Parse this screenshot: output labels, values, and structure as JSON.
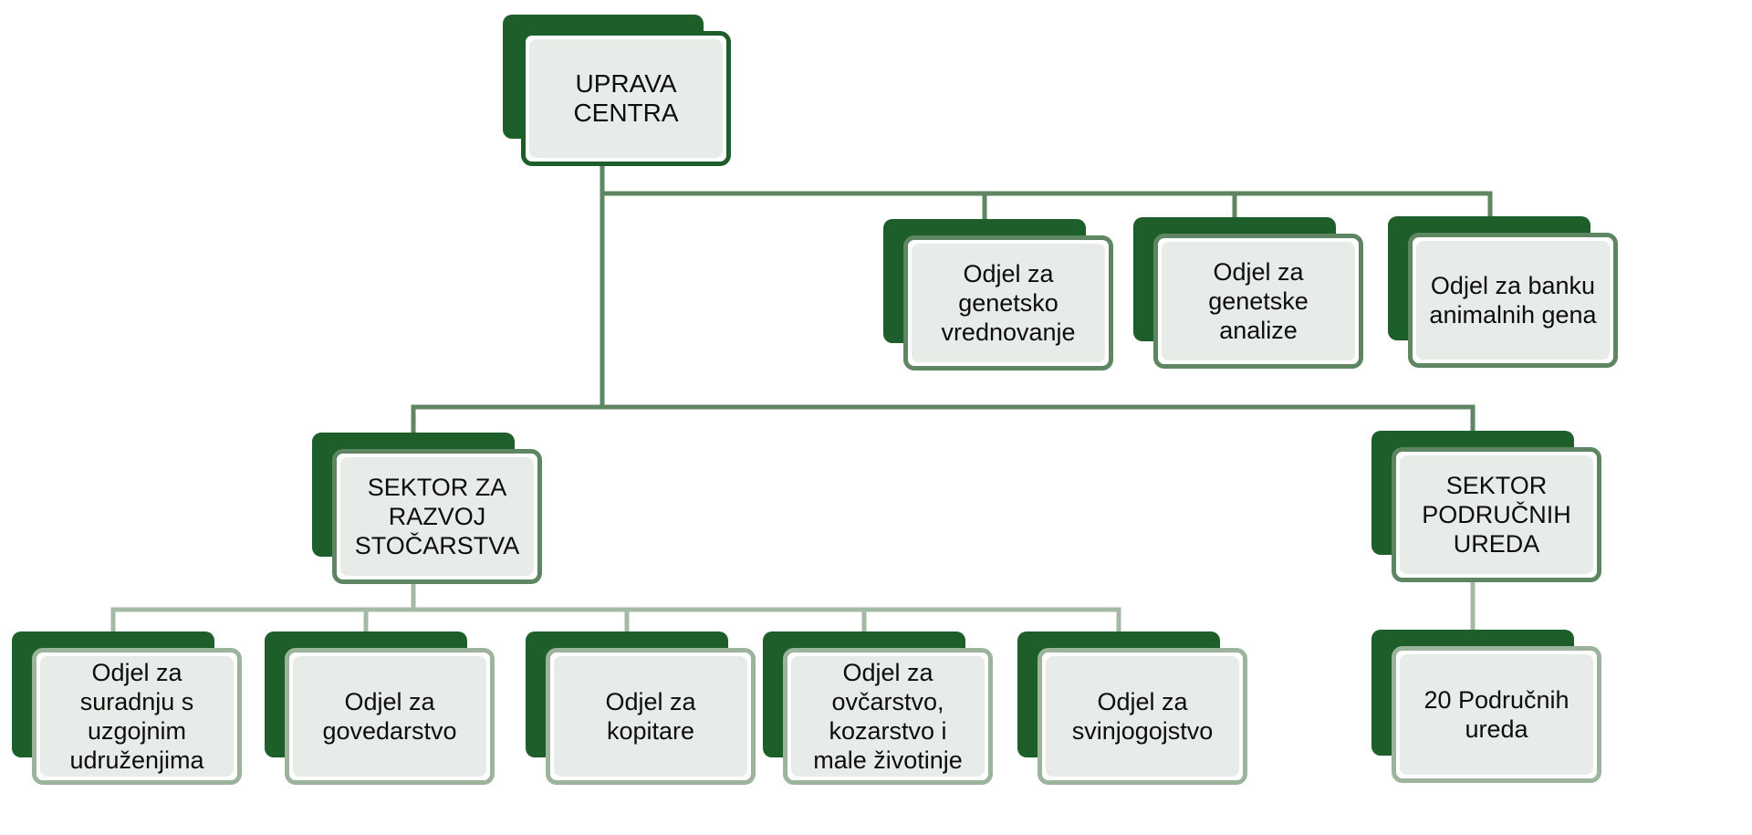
{
  "nodes": {
    "root": {
      "label": "UPRAVA\nCENTRA"
    },
    "d1": {
      "label": "Odjel za\ngenetsko\nvrednovanje"
    },
    "d2": {
      "label": "Odjel za\ngenetske\nanalize"
    },
    "d3": {
      "label": "Odjel za banku\nanimalnih gena"
    },
    "sektor1": {
      "label": "SEKTOR ZA\nRAZVOJ\nSTOČARSTVA"
    },
    "sektor2": {
      "label": "SEKTOR\nPODRUČNIH\nUREDA"
    },
    "s1d1": {
      "label": "Odjel za\nsuradnju s\nuzgojnim\nudruženjima"
    },
    "s1d2": {
      "label": "Odjel za\ngovedarstvo"
    },
    "s1d3": {
      "label": "Odjel za\nkopitare"
    },
    "s1d4": {
      "label": "Odjel za\novčarstvo,\nkozarstvo i\nmale životinje"
    },
    "s1d5": {
      "label": "Odjel za\nsvinjogojstvo"
    },
    "s2d1": {
      "label": "20 Područnih\nureda"
    }
  },
  "colors": {
    "back": "#1e5e2a",
    "border_dark": "#1e5e2a",
    "border_mid": "#5f8662",
    "border_light": "#9cb49c",
    "fill": "#e8ece8",
    "connector_dark": "#5f8662",
    "connector_light": "#a4baa4"
  }
}
